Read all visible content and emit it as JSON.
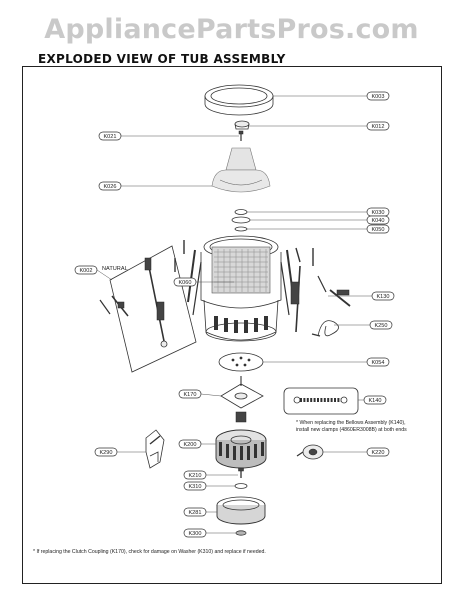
{
  "watermark": "AppliancePartsPros.com",
  "heading": "EXPLODED VIEW OF TUB ASSEMBLY",
  "callouts": {
    "k003": "K003",
    "k012": "K012",
    "k021": "K021",
    "k026": "K026",
    "k030": "K030",
    "k040": "K040",
    "k050": "K050",
    "k002": "K002",
    "k060": "K060",
    "k130": "K130",
    "k250": "K250",
    "k054": "K054",
    "k170": "K170",
    "k140": "K140",
    "k200": "K200",
    "k290": "K290",
    "k220": "K220",
    "k210": "K210",
    "k310": "K310",
    "k281": "K281",
    "k300": "K300"
  },
  "natural_label": "NATURAL",
  "bellows_note": [
    "* When replacing the Bellows Assembly (K140),",
    "install new clamps (4860ER3008B) at both ends"
  ],
  "footnote": "* If replacing the Clutch Coupling (K170), check for damage on Washer (K310) and replace if needed."
}
